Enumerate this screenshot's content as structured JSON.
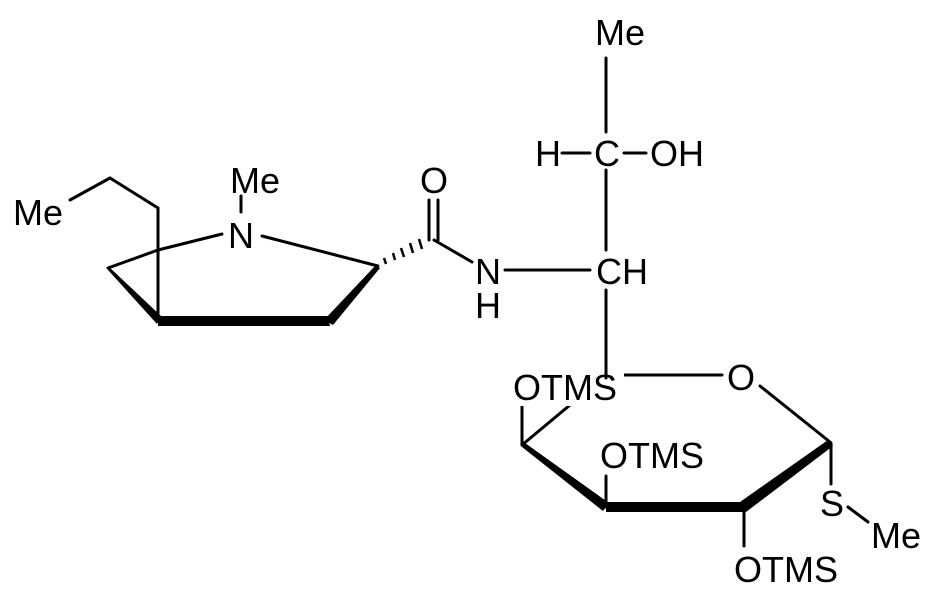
{
  "labels": {
    "me_top": "Me",
    "h_left": "H",
    "c_carbinol": "C",
    "oh": "OH",
    "me_nmethyl": "Me",
    "n_ring": "N",
    "me_propyl": "Me",
    "o_carbonyl": "O",
    "n_amide": "N",
    "h_amide": "H",
    "ch": "CH",
    "otms_c4": "OTMS",
    "o_ring": "O",
    "otms_c3": "OTMS",
    "s": "S",
    "me_s": "Me",
    "otms_c2": "OTMS"
  },
  "colors": {
    "ink": "#000000",
    "background": "#ffffff"
  }
}
